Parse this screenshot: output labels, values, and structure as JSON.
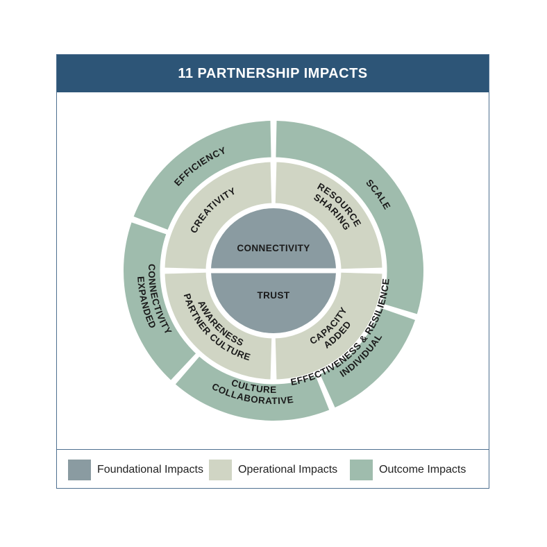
{
  "title": "11 PARTNERSHIP IMPACTS",
  "colors": {
    "foundational": "#8a9ba1",
    "operational": "#d0d5c4",
    "outcome": "#9fbcad",
    "header": "#2d5577"
  },
  "core": {
    "top": "CONNECTIVITY",
    "bottom": "TRUST"
  },
  "operational": {
    "creativity": [
      "CREATIVITY"
    ],
    "resource_sharing": [
      "RESOURCE",
      "SHARING"
    ],
    "added_capacity": [
      "ADDED",
      "CAPACITY"
    ],
    "partner_culture_awareness": [
      "PARTNER CULTURE",
      "AWARENESS"
    ]
  },
  "outcome": {
    "efficiency": [
      "EFFICIENCY"
    ],
    "scale": [
      "SCALE"
    ],
    "individual_effectiveness": [
      "INDIVIDUAL",
      "EFFECTIVENESS & RESILIENCE"
    ],
    "collaborative_culture": [
      "COLLABORATIVE",
      "CULTURE"
    ],
    "expanded_connectivity": [
      "EXPANDED",
      "CONNECTIVITY"
    ]
  },
  "legend": [
    {
      "label": "Foundational Impacts",
      "color": "#8a9ba1"
    },
    {
      "label": "Operational Impacts",
      "color": "#d0d5c4"
    },
    {
      "label": "Outcome Impacts",
      "color": "#9fbcad"
    }
  ]
}
